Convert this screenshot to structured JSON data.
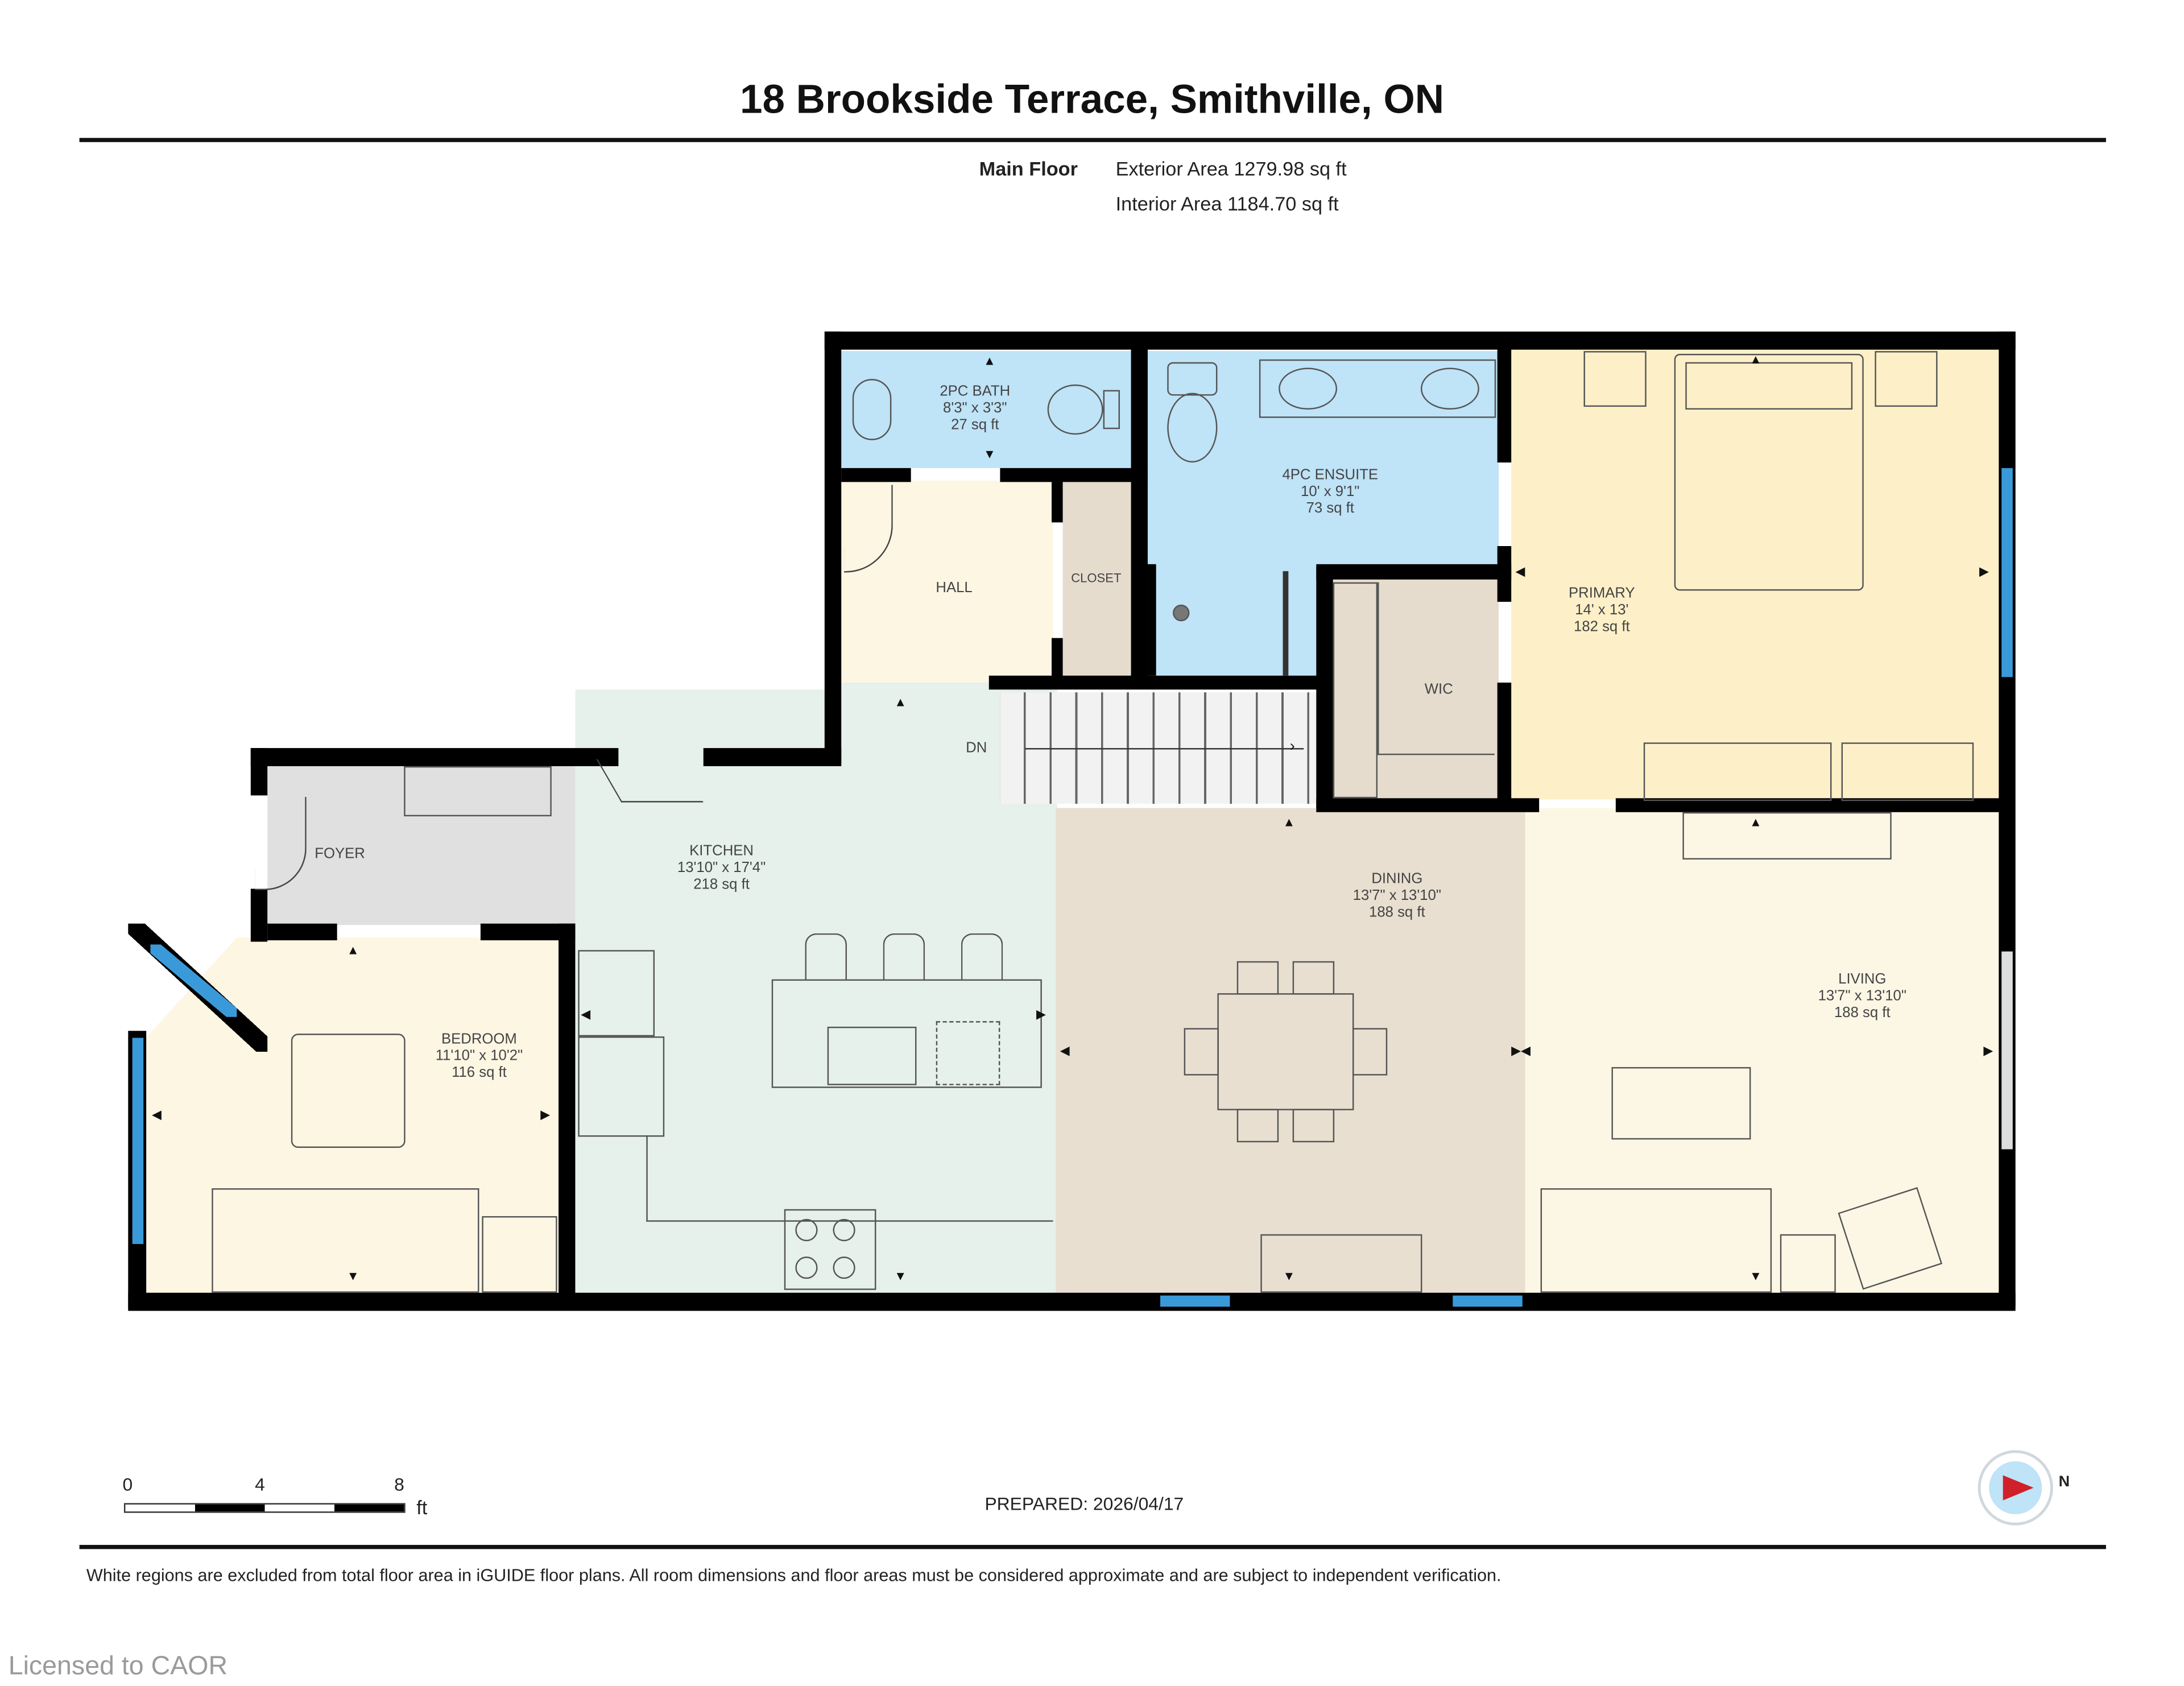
{
  "header": {
    "title": "18 Brookside Terrace, Smithville, ON",
    "floor_label": "Main Floor",
    "exterior_area": "Exterior Area 1279.98 sq ft",
    "interior_area": "Interior Area 1184.70 sq ft"
  },
  "rooms": {
    "bath2pc": {
      "name": "2PC BATH",
      "dims": "8'3\" x 3'3\"",
      "area": "27 sq ft"
    },
    "ensuite4pc": {
      "name": "4PC ENSUITE",
      "dims": "10' x 9'1\"",
      "area": "73 sq ft"
    },
    "hall": {
      "name": "HALL"
    },
    "closet": {
      "name": "CLOSET"
    },
    "wic": {
      "name": "WIC"
    },
    "primary": {
      "name": "PRIMARY",
      "dims": "14' x 13'",
      "area": "182 sq ft"
    },
    "foyer": {
      "name": "FOYER"
    },
    "kitchen": {
      "name": "KITCHEN",
      "dims": "13'10\" x 17'4\"",
      "area": "218 sq ft"
    },
    "dining": {
      "name": "DINING",
      "dims": "13'7\" x 13'10\"",
      "area": "188 sq ft"
    },
    "living": {
      "name": "LIVING",
      "dims": "13'7\" x 13'10\"",
      "area": "188 sq ft"
    },
    "bedroom": {
      "name": "BEDROOM",
      "dims": "11'10\" x 10'2\"",
      "area": "116 sq ft"
    },
    "stairs": {
      "label": "DN"
    }
  },
  "colors": {
    "bath": "#bfe3f7",
    "bedroom_cream": "#fcf6e3",
    "primary_yellow": "#fdf0c8",
    "kitchen_mint": "#e5f1ea",
    "dining_beige": "#e8dfd1",
    "foyer_grey": "#e0e0e0",
    "closet_beige": "#e6dccd",
    "window_blue": "#3a9ad9",
    "compass_red": "#d0202a"
  },
  "scale_bar": {
    "ticks": [
      "0",
      "4",
      "8"
    ],
    "unit": "ft"
  },
  "prepared": "PREPARED: 2026/04/17",
  "compass": {
    "label": "N"
  },
  "footer": {
    "disclaimer": "White regions are excluded from total floor area in iGUIDE floor plans. All room dimensions and floor areas must be considered approximate and are subject to independent verification.",
    "license": "Licensed to CAOR"
  }
}
